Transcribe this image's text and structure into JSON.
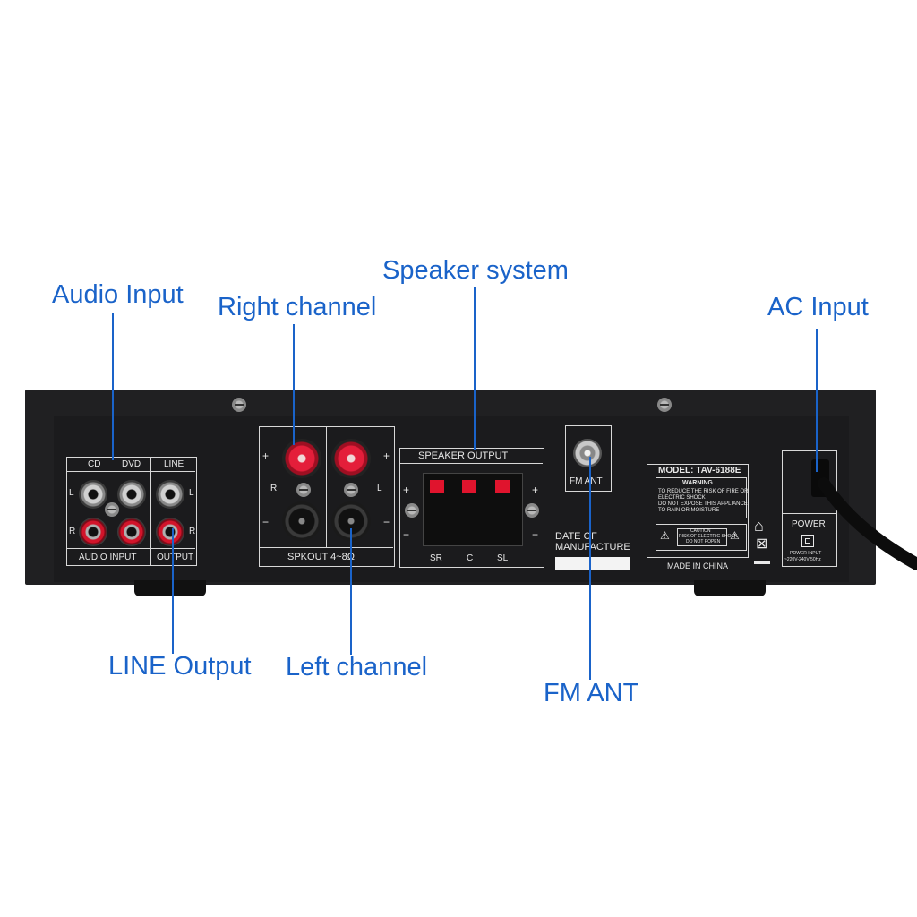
{
  "callouts": {
    "audio_input": "Audio Input",
    "right_channel": "Right channel",
    "speaker_system": "Speaker system",
    "ac_input": "AC Input",
    "line_output": "LINE Output",
    "left_channel": "Left channel",
    "fm_ant": "FM ANT"
  },
  "panel": {
    "cd": "CD",
    "dvd": "DVD",
    "line": "LINE",
    "l": "L",
    "r": "R",
    "audio_input": "AUDIO INPUT",
    "output": "OUTPUT",
    "spkout": "SPKOUT 4~8Ω",
    "plus": "+",
    "minus": "−",
    "speaker_output": "SPEAKER OUTPUT",
    "sr": "SR",
    "c": "C",
    "sl": "SL",
    "fm_ant": "FM ANT",
    "date_of_manufacture_1": "DATE OF",
    "date_of_manufacture_2": "MANUFACTURE",
    "model": "MODEL: TAV-6188E",
    "warning": "WARNING",
    "warning_text_1": "TO REDUCE THE RISK OF FIRE OR",
    "warning_text_2": "ELECTRIC SHOCK",
    "warning_text_3": "DO NOT EXPOSE THIS APPLIANCE",
    "warning_text_4": "TO RAIN OR MOISTURE",
    "caution_1": "CAUTION",
    "caution_2": "RISK OF ELECTRIC SHOCK",
    "caution_3": "DO NOT POPEN",
    "made_in": "MADE IN CHINA",
    "power": "POWER",
    "power_input": "POWER INPUT",
    "power_rating": "~220V-240V 50Hz"
  }
}
